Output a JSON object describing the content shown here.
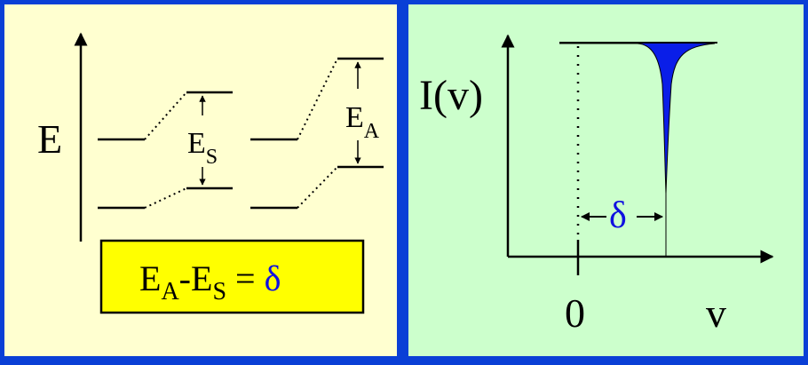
{
  "colors": {
    "frame": "#0a3fd6",
    "left_panel_bg": "#ffffd0",
    "right_panel_bg": "#ccffcc",
    "formula_box_bg": "#ffff00",
    "delta_blue": "#1010e0",
    "dip_fill": "#0a1ee8"
  },
  "left": {
    "axis_label": "E",
    "es_main": "E",
    "es_sub": "S",
    "ea_main": "E",
    "ea_sub": "A",
    "formula": {
      "a_main": "E",
      "a_sub": "A",
      "dash": "-",
      "s_main": "E",
      "s_sub": "S",
      "equals": " = ",
      "delta": "δ"
    }
  },
  "right": {
    "y_label": "I(v)",
    "x_label": "v",
    "zero_label": "0",
    "delta": "δ"
  }
}
